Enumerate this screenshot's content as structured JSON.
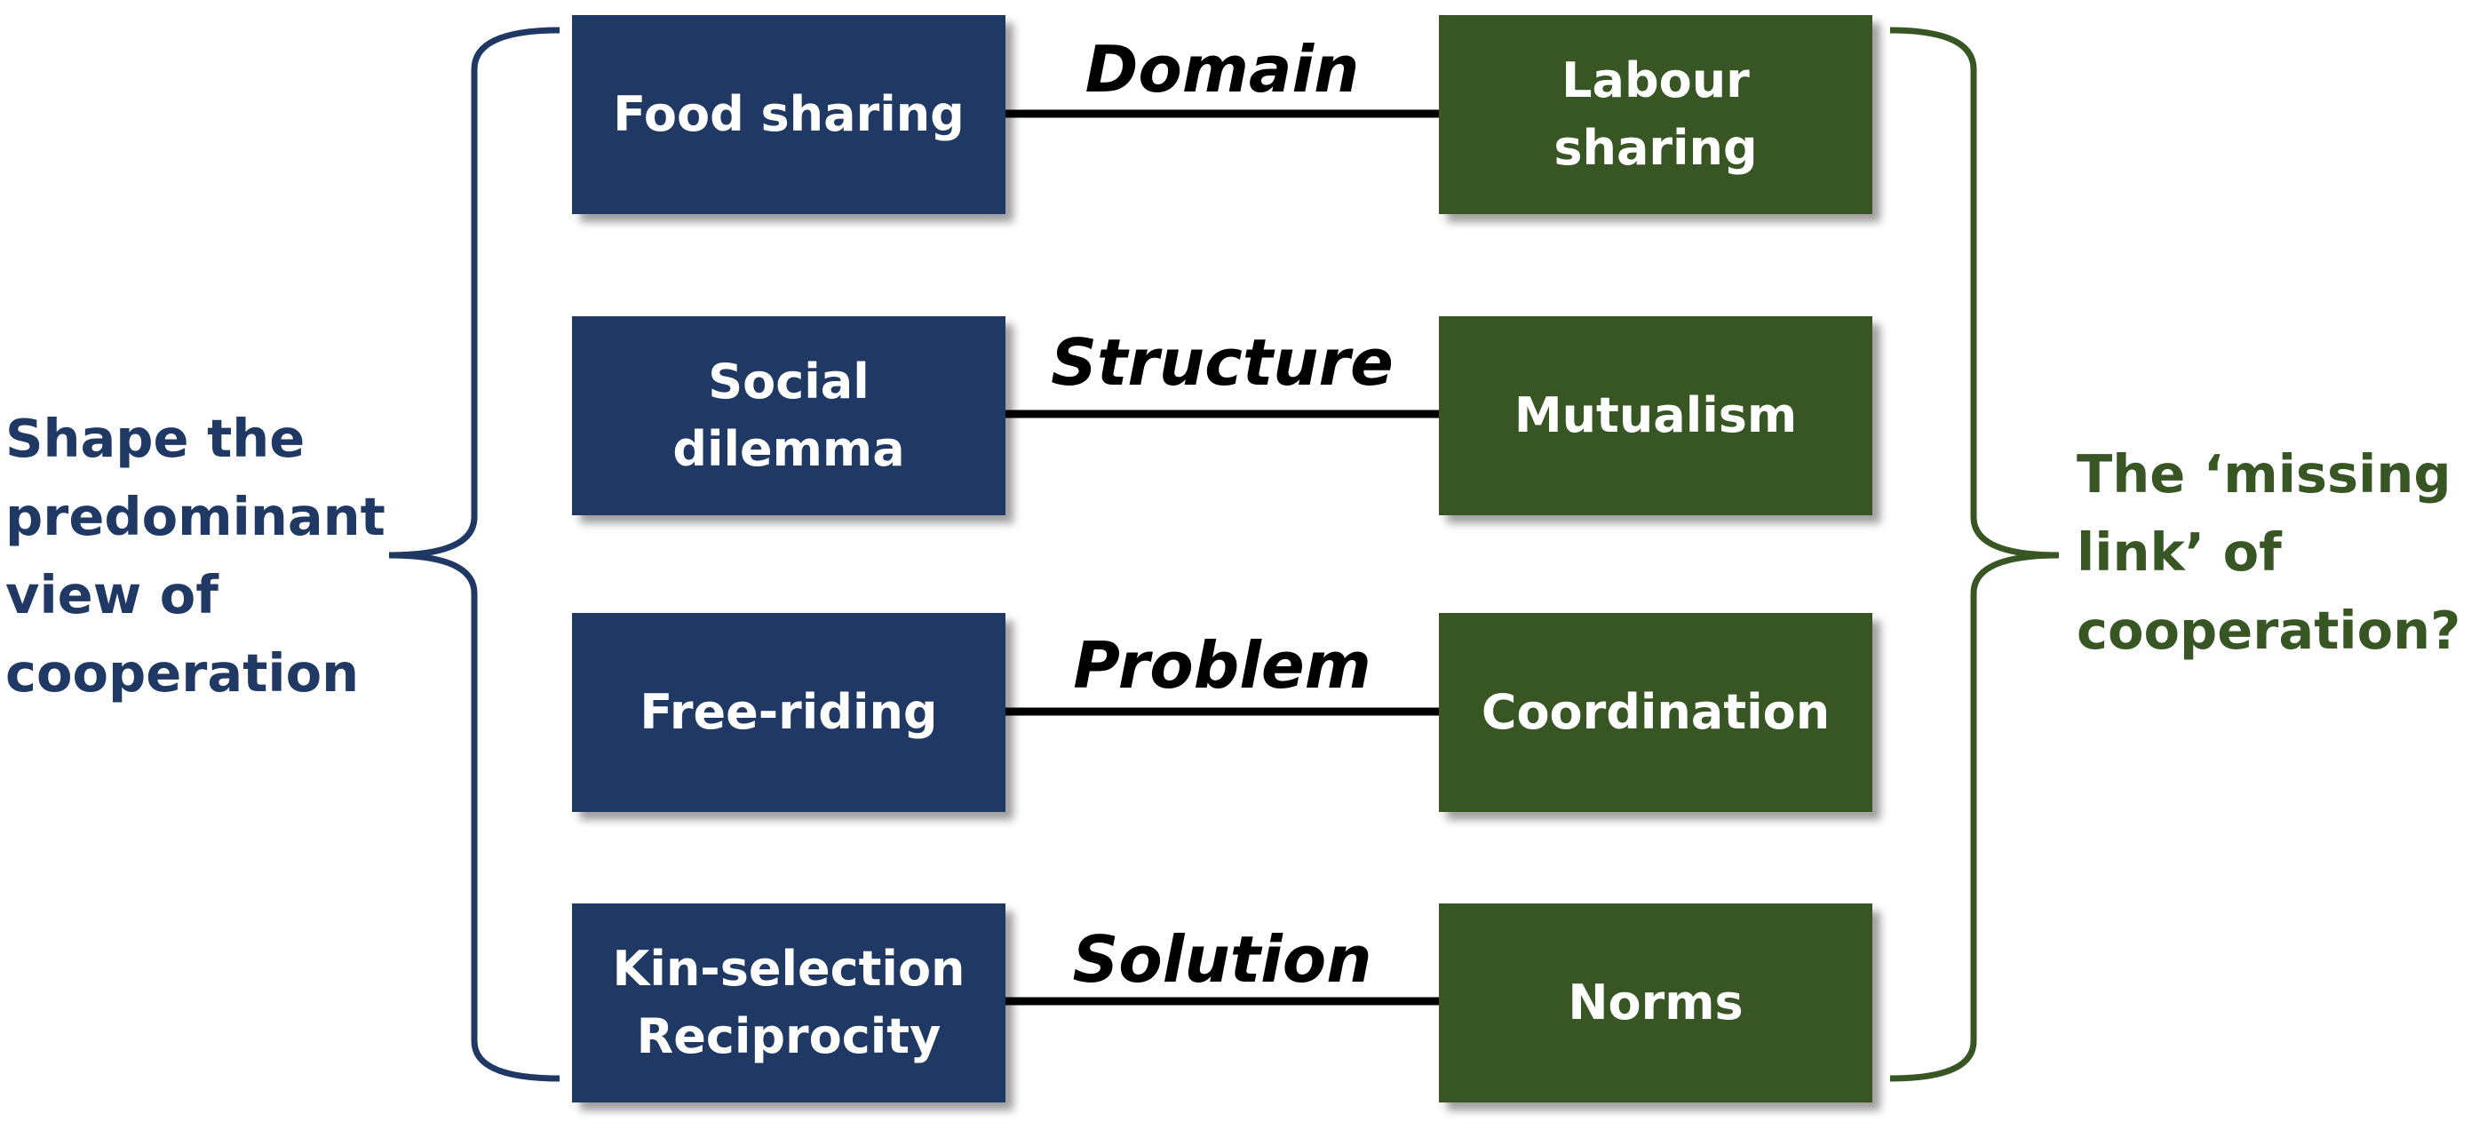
{
  "colors": {
    "blue": "#1f3864",
    "green": "#375623",
    "connector": "#000000"
  },
  "rows": [
    {
      "left": "Food sharing",
      "label": "Domain",
      "right": "Labour\nsharing"
    },
    {
      "left": "Social\ndilemma",
      "label": "Structure",
      "right": "Mutualism"
    },
    {
      "left": "Free-riding",
      "label": "Problem",
      "right": "Coordination"
    },
    {
      "left": "Kin-selection\nReciprocity",
      "label": "Solution",
      "right": "Norms"
    }
  ],
  "left_bracket_text": "Shape the\npredominant\nview of\ncooperation",
  "right_bracket_text": "The ‘missing\nlink’ of\ncooperation?"
}
